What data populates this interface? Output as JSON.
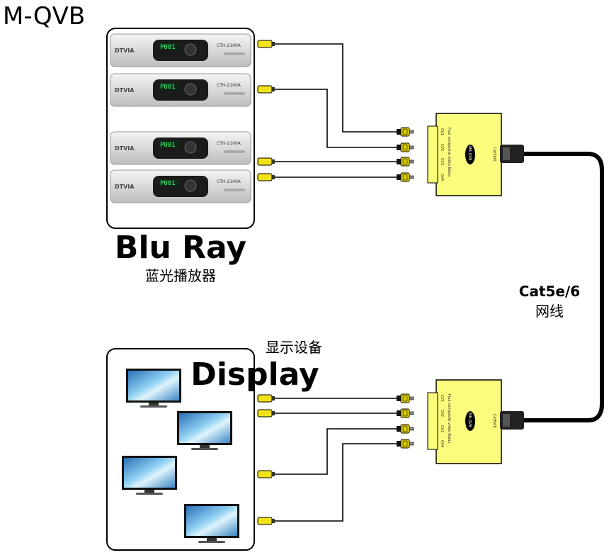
{
  "title": "M-QVB",
  "source": {
    "label": "Blu Ray",
    "sublabel": "蓝光播放器",
    "device": {
      "brand": "DTVIA",
      "model": "CTH-2100A",
      "display": "P001"
    }
  },
  "display": {
    "label": "Display",
    "sublabel": "显示设备"
  },
  "cable": {
    "label": "Cat5e/6",
    "sublabel": "网线"
  },
  "balun": {
    "model": "MB-QVB",
    "description": "Four composite video Balun",
    "port_label": "Cat5e/6",
    "channels": [
      "CV1",
      "CV2",
      "CV3",
      "CV4"
    ]
  },
  "colors": {
    "balun_fill": "#fbfc7c",
    "connector_yellow": "#f2e218",
    "cable": "#000000"
  }
}
